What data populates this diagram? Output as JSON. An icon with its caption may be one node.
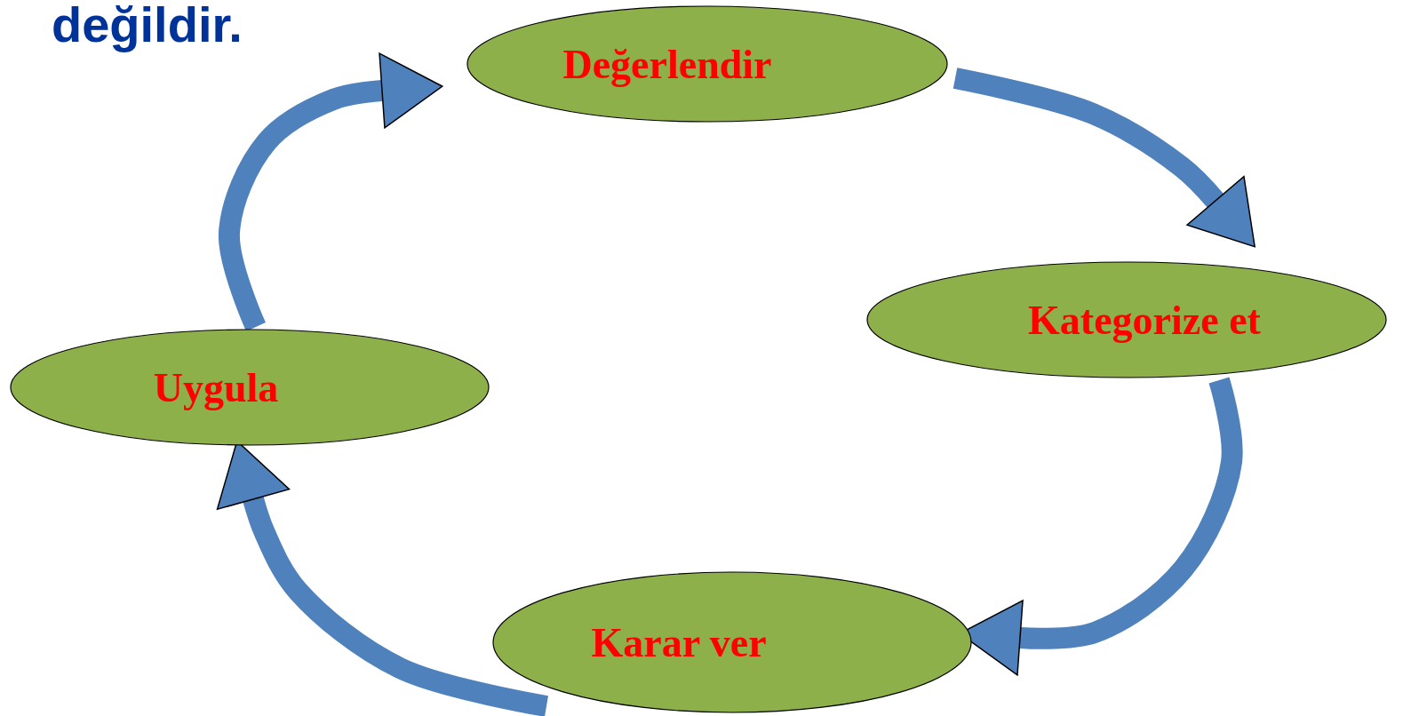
{
  "diagram": {
    "nodes": [
      {
        "text": [
          "Değerlendir"
        ]
      },
      {
        "text": [
          "Kategorize et"
        ]
      },
      {
        "text": [
          "Karar ver"
        ]
      },
      {
        "text": [
          "Uygula"
        ]
      }
    ],
    "edges": [
      {
        "from": 0,
        "to": 1,
        "arrow": "to"
      },
      {
        "from": 1,
        "to": 2,
        "arrow": "to"
      },
      {
        "from": 2,
        "to": 3,
        "arrow": "to"
      },
      {
        "from": 3,
        "to": 0,
        "arrow": "to"
      }
    ],
    "labels": [
      "değildir."
    ]
  }
}
